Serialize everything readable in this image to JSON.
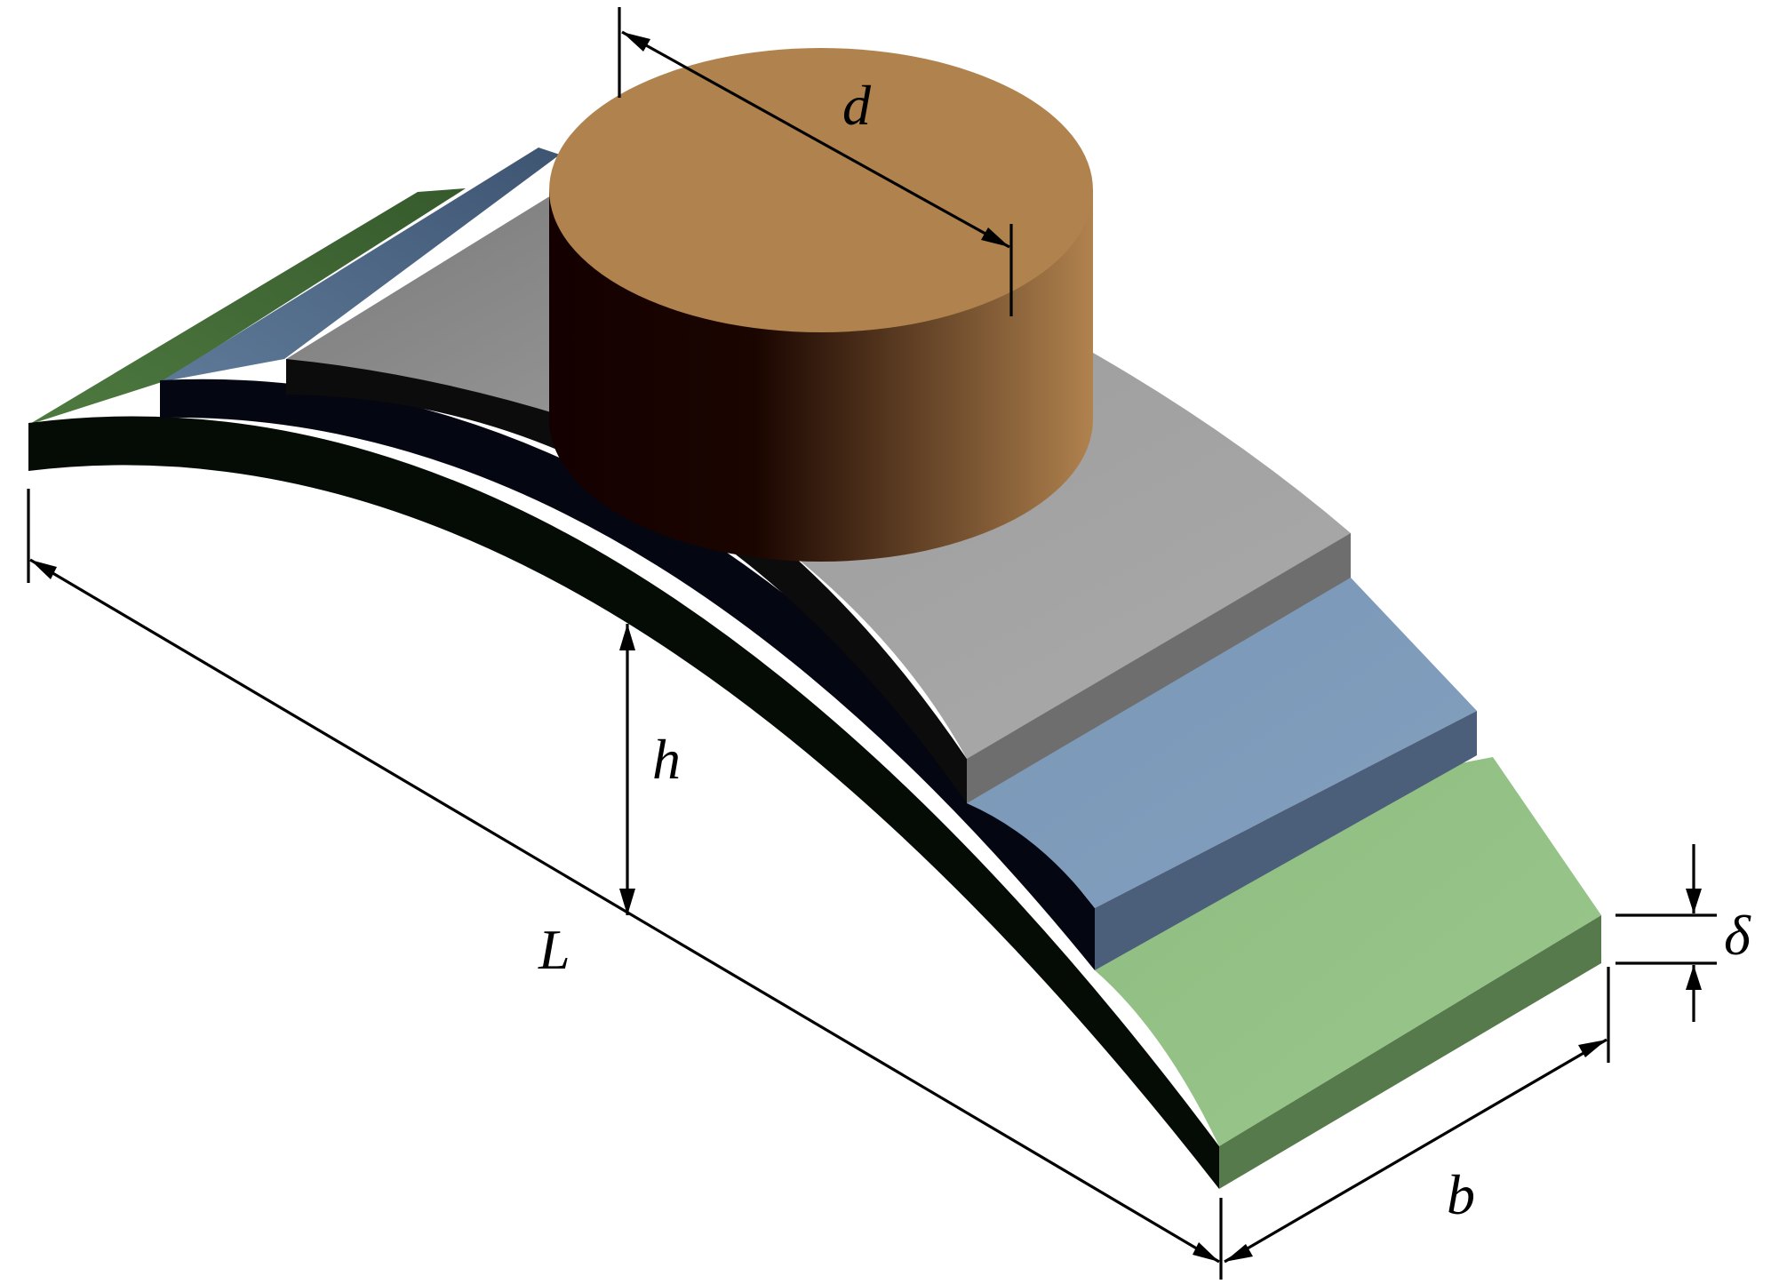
{
  "labels": {
    "d": "d",
    "h": "h",
    "L": "L",
    "b": "b",
    "delta": "δ"
  },
  "colors": {
    "green_top": "#94c184",
    "green_side": "#567a4c",
    "blue_top": "#7f9bba",
    "blue_side": "#4c5f7a",
    "grey_top": "#a4a4a4",
    "grey_side": "#6e6e6e",
    "cylinder_top": "#b0824e",
    "cylinder_side_dark": "#140000",
    "cylinder_side_light": "#b0824e",
    "underside": "#000000"
  }
}
